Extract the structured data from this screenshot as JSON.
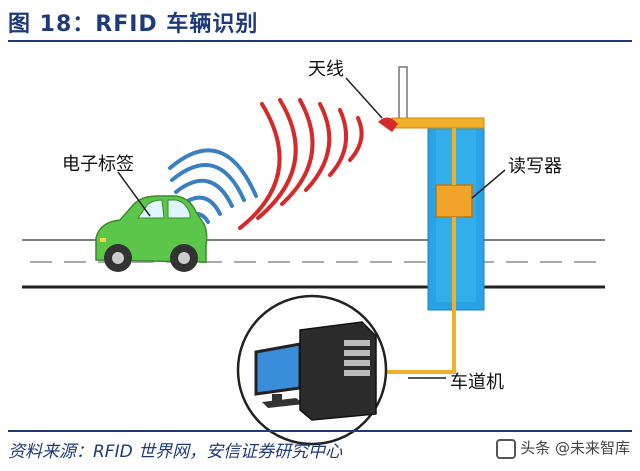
{
  "title": "图 18：RFID 车辆识别",
  "labels": {
    "antenna": "天线",
    "tag": "电子标签",
    "reader": "读写器",
    "lane_machine": "车道机"
  },
  "source": "资料来源：RFID 世界网，安信证券研究中心",
  "watermark": "头条 @未来智库",
  "colors": {
    "title_blue": "#1f3a7a",
    "wave_red": "#d42a2a",
    "wave_blue": "#3a7fc0",
    "pole_blue": "#2aa3e6",
    "cable_yellow": "#f0b02a",
    "car_green": "#5cc64a"
  }
}
